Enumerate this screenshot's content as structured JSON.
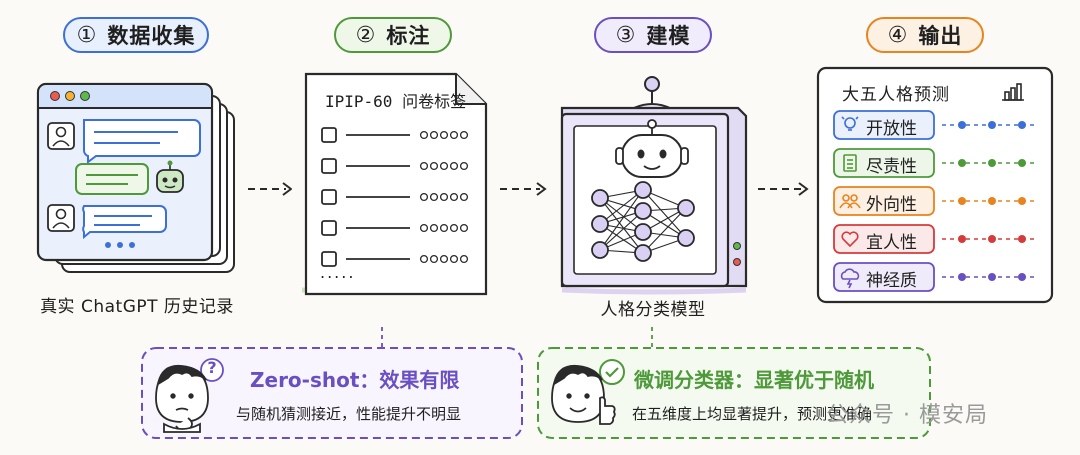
{
  "steps": [
    {
      "num": "①",
      "label": "数据收集",
      "color": "#3d6fd9",
      "fill": "#e8f0fd"
    },
    {
      "num": "②",
      "label": "标注",
      "color": "#4e9a3a",
      "fill": "#eef7e8"
    },
    {
      "num": "③",
      "label": "建模",
      "color": "#6a4fc2",
      "fill": "#f1ecfb"
    },
    {
      "num": "④",
      "label": "输出",
      "color": "#e8831d",
      "fill": "#fdf1e4"
    }
  ],
  "data_caption": "真实 ChatGPT 历史记录",
  "form": {
    "title": "IPIP-60 问卷标签",
    "ellipsis": "....."
  },
  "model_caption": "人格分类模型",
  "output": {
    "title": "大五人格预测",
    "traits": [
      {
        "label": "开放性",
        "icon": "lightbulb-icon",
        "color": "#3d6fd9",
        "fill": "#eaf1fd"
      },
      {
        "label": "尽责性",
        "icon": "checklist-icon",
        "color": "#4e9a3a",
        "fill": "#edf6e8"
      },
      {
        "label": "外向性",
        "icon": "people-icon",
        "color": "#e8831d",
        "fill": "#fdf0e2"
      },
      {
        "label": "宜人性",
        "icon": "heart-icon",
        "color": "#d63b3b",
        "fill": "#fbe9e9"
      },
      {
        "label": "神经质",
        "icon": "storm-cloud-icon",
        "color": "#6a4fc2",
        "fill": "#f0ebfb"
      }
    ]
  },
  "callouts": {
    "zero_shot": {
      "title": "Zero-shot：效果有限",
      "subtitle": "与随机猜测接近，性能提升不明显",
      "badge": "?",
      "color": "#6a4fc2"
    },
    "finetune": {
      "title": "微调分类器：显著优于随机",
      "subtitle": "在五维度上均显著提升，预测更准确",
      "badge": "✓",
      "color": "#4e9a3a"
    }
  },
  "watermark": "公众号 · 模安局"
}
